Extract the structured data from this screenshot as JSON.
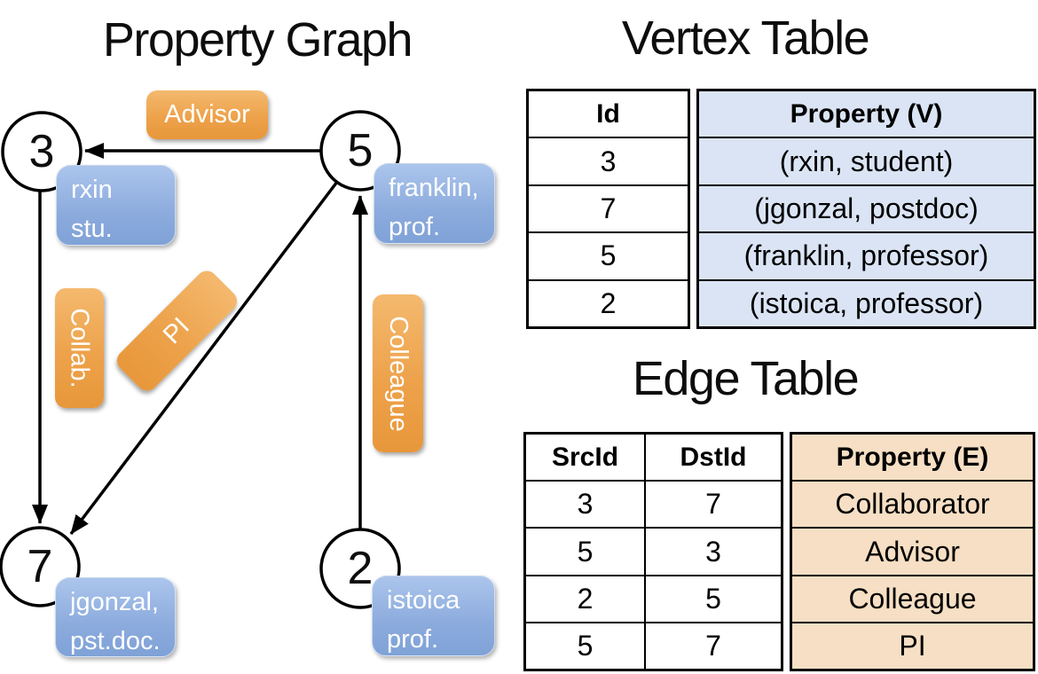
{
  "graph": {
    "title": "Property Graph",
    "nodes": {
      "n3": {
        "id": "3"
      },
      "n5": {
        "id": "5"
      },
      "n7": {
        "id": "7"
      },
      "n2": {
        "id": "2"
      }
    },
    "vertex_boxes": {
      "rxin": {
        "line1": "rxin",
        "line2": "stu."
      },
      "franklin": {
        "line1": "franklin,",
        "line2": "prof."
      },
      "jgonzal": {
        "line1": "jgonzal,",
        "line2": "pst.doc."
      },
      "istoica": {
        "line1": "istoica",
        "line2": "prof."
      }
    },
    "edge_labels": {
      "advisor": "Advisor",
      "collab": "Collab.",
      "pi": "PI",
      "colleague": "Colleague"
    }
  },
  "vertex_table": {
    "title": "Vertex Table",
    "headers": {
      "id": "Id",
      "property": "Property (V)"
    },
    "rows": [
      {
        "id": "3",
        "property": "(rxin, student)"
      },
      {
        "id": "7",
        "property": "(jgonzal, postdoc)"
      },
      {
        "id": "5",
        "property": "(franklin, professor)"
      },
      {
        "id": "2",
        "property": "(istoica, professor)"
      }
    ]
  },
  "edge_table": {
    "title": "Edge Table",
    "headers": {
      "src": "SrcId",
      "dst": "DstId",
      "property": "Property (E)"
    },
    "rows": [
      {
        "src": "3",
        "dst": "7",
        "property": "Collaborator"
      },
      {
        "src": "5",
        "dst": "3",
        "property": "Advisor"
      },
      {
        "src": "2",
        "dst": "5",
        "property": "Colleague"
      },
      {
        "src": "5",
        "dst": "7",
        "property": "PI"
      }
    ]
  },
  "colors": {
    "edge_label_orange": "#eda24b",
    "vertex_box_blue": "#8cabdd",
    "vertex_table_fill": "#dae4f4",
    "edge_table_fill": "#f6dfc4",
    "line": "#000000"
  }
}
